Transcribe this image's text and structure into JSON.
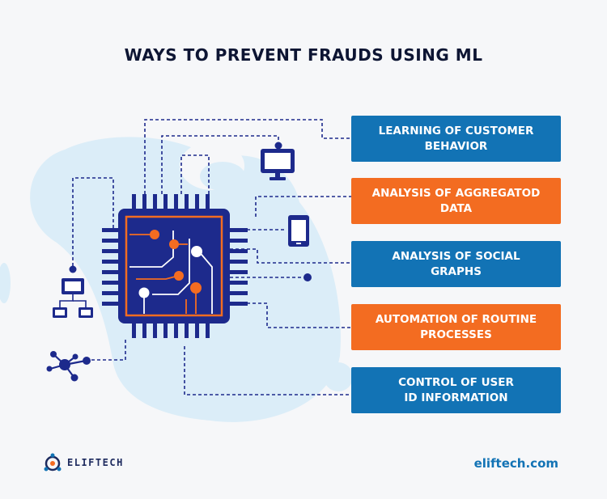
{
  "title": "WAYS TO PREVENT FRAUDS USING ML",
  "colors": {
    "blue": "#1273b5",
    "orange": "#f36c21",
    "navy": "#1d2a8c",
    "blob": "#dbedf8",
    "background": "#f6f7f9"
  },
  "methods": [
    {
      "line1": "LEARNING OF CUSTOMER",
      "line2": "BEHAVIOR",
      "color": "blue"
    },
    {
      "line1": "ANALYSIS OF AGGREGATOD",
      "line2": "DATA",
      "color": "orange"
    },
    {
      "line1": "ANALYSIS OF SOCIAL",
      "line2": "GRAPHS",
      "color": "blue"
    },
    {
      "line1": "AUTOMATION OF ROUTINE",
      "line2": "PROCESSES",
      "color": "orange"
    },
    {
      "line1": "CONTROL OF USER",
      "line2": "ID INFORMATION",
      "color": "blue"
    }
  ],
  "icons": {
    "central": "processor-chip-icon",
    "monitor": "monitor-icon",
    "phone": "smartphone-icon",
    "network": "computer-network-icon",
    "graph": "molecule-graph-icon"
  },
  "logo": {
    "text": "ELIFTECH"
  },
  "website": "eliftech.com"
}
